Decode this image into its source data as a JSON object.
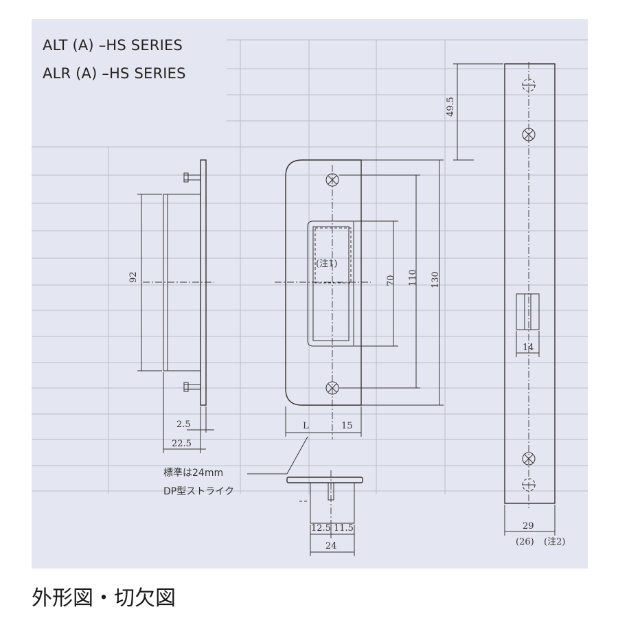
{
  "titles": {
    "line1": "ALT (A) –HS SERIES",
    "line2": "ALR (A) –HS SERIES"
  },
  "caption": "外形図・切欠図",
  "dimensions": {
    "d92": "92",
    "d2_5": "2.5",
    "d22_5": "22.5",
    "d70": "70",
    "d110": "110",
    "d130": "130",
    "dL": "L",
    "d15": "15",
    "d49_5": "49.5",
    "d14": "14",
    "d29": "29",
    "d26": "(26)",
    "d12_5": "12.5",
    "d11_5": "11.5",
    "d24": "24"
  },
  "notes": {
    "note1": "(注1)",
    "note2": "(注2)",
    "standard_line1": "標準は24mm",
    "standard_line2": "DP型ストライク"
  }
}
